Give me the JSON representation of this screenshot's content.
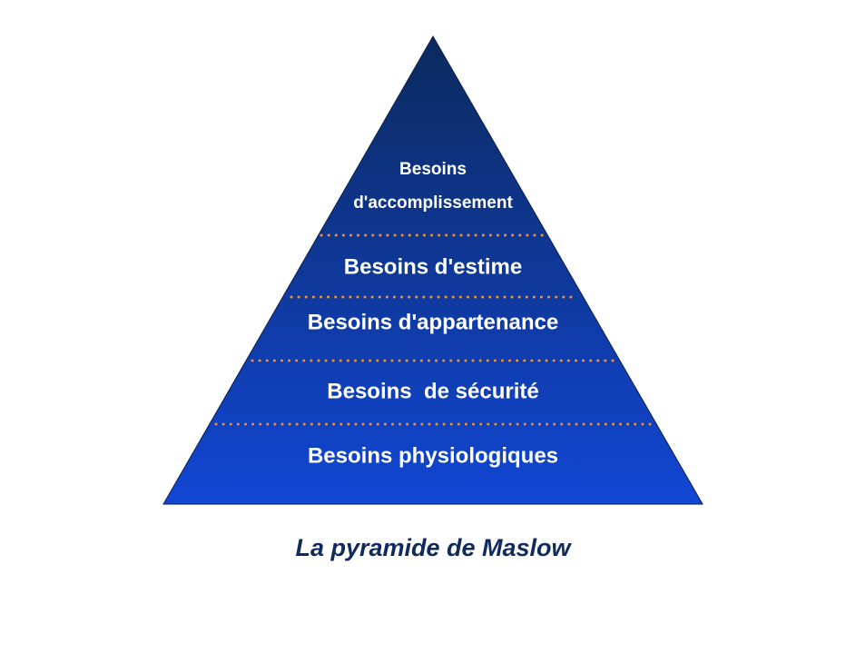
{
  "pyramid": {
    "levels": [
      {
        "line1": "Besoins",
        "line2": "d'accomplissement"
      },
      {
        "label": "Besoins d'estime"
      },
      {
        "label": "Besoins d'appartenance"
      },
      {
        "label": "Besoins  de sécurité"
      },
      {
        "label": "Besoins physiologiques"
      }
    ],
    "colors": {
      "top": "#0c2a5e",
      "bottom": "#1146d4",
      "separator": "#f0902a",
      "text": "#ffffff"
    }
  },
  "caption": "La pyramide de Maslow"
}
